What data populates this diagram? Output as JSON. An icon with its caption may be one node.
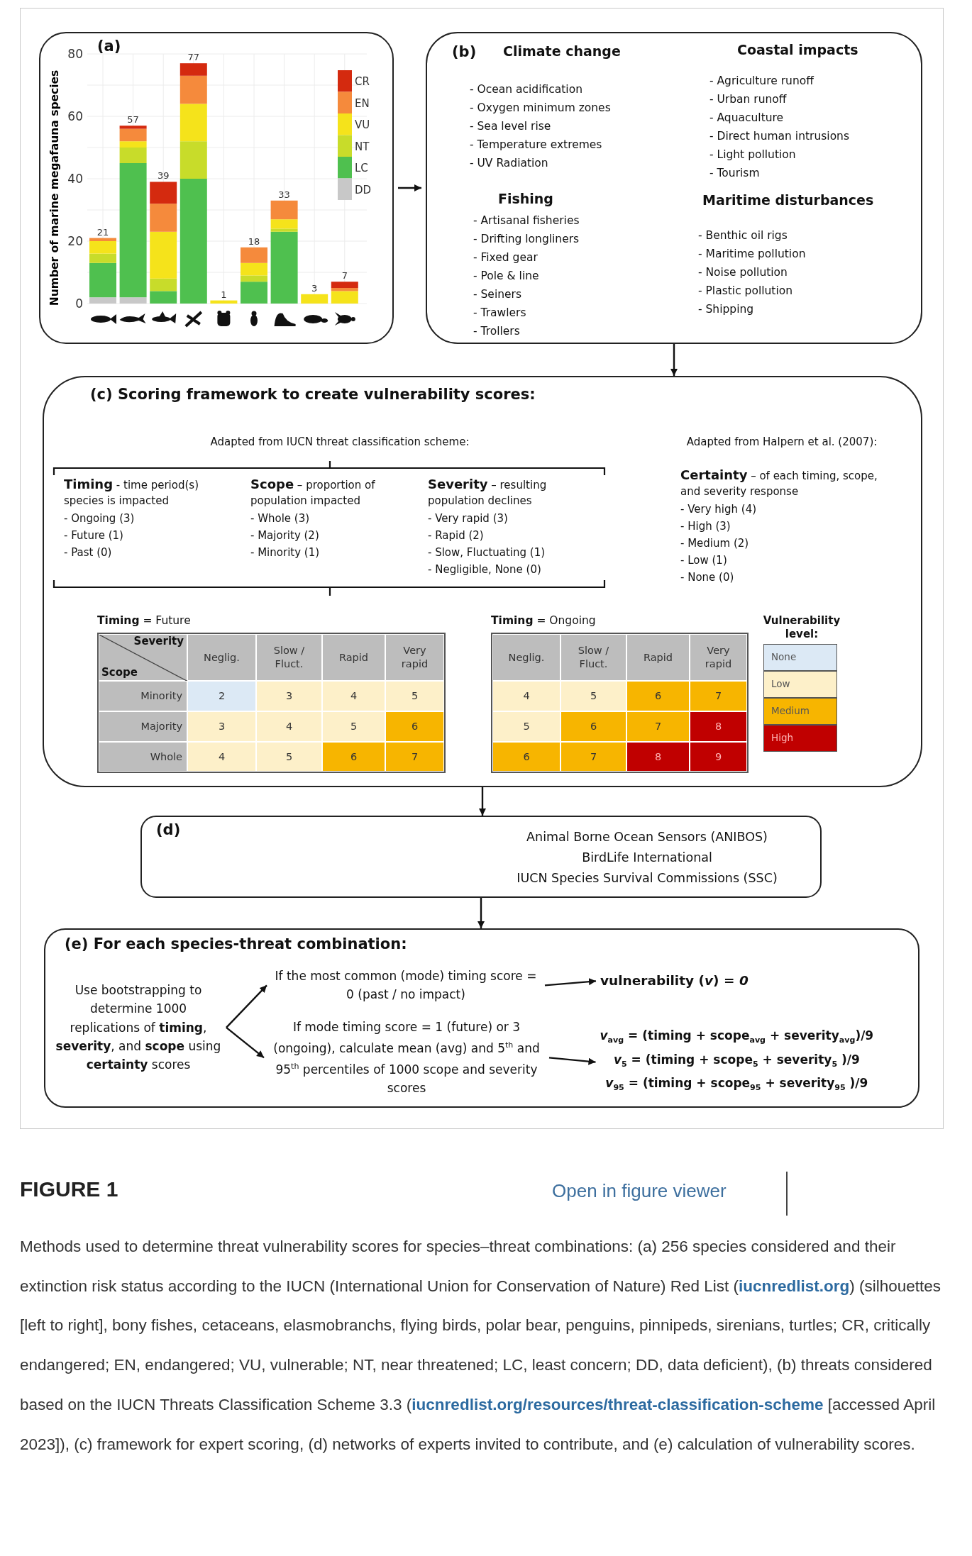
{
  "diagram": {
    "title": "FIGURE 1",
    "caption": "Methods used to determine threat vulnerability scores for species–threat combinations: (a) 256 species considered and their extinction risk status according to the IUCN (International Union for Conservation of Nature) Red List (**iucnredlist.org**) (silhouettes [left to right], bony fishes, cetaceans, elasmobranchs, flying birds, polar bear, penguins, pinnipeds, sirenians, turtles; CR, critically endangered; EN, endangered; VU, vulnerable; NT, near threatened; LC, least concern; DD, data deficient), (b) threats considered based on the IUCN Threats Classification Scheme 3.3 (**iucnredlist.org/resources/threat-classification-scheme** [accessed April 2023]), (c) framework for expert scoring, (d) networks of experts invited to contribute, and (e) calculation of vulnerability scores.",
    "nodes": [
      {
        "text": [
          "(a)"
        ]
      },
      {
        "text": [
          "(b)",
          "Climate change",
          "- Ocean acidification",
          "- Oxygen minimum zones",
          "- Sea level rise",
          "- Temperature extremes",
          "- UV Radiation",
          "Coastal impacts",
          "- Agriculture runoff",
          "- Urban runoff",
          "- Aquaculture",
          "- Direct human intrusions",
          "- Light pollution",
          "- Tourism",
          "Fishing",
          "- Artisanal fisheries",
          "- Drifting longliners",
          "- Fixed gear",
          "- Pole & line",
          "- Seiners",
          "- Trawlers",
          "- Trollers",
          "Maritime disturbances",
          "- Benthic oil rigs",
          "- Maritime pollution",
          "- Noise pollution",
          "- Plastic pollution",
          "- Shipping"
        ]
      },
      {
        "text": [
          "(c) Scoring framework to create vulnerability scores:",
          "Adapted from IUCN threat classification scheme:",
          "**Timing** - time period(s) species is impacted",
          "- Ongoing (3)",
          "- Future (1)",
          "- Past (0)",
          "**Scope** – proportion of population impacted",
          "- Whole (3)",
          "- Majority (2)",
          "- Minority (1)",
          "**Severity** – resulting population declines",
          "- Very rapid (3)",
          "- Rapid (2)",
          "- Slow, Fluctuating (1)",
          "- Negligible, None (0)",
          "Adapted from Halpern et al. (2007):",
          "**Certainty** – of each timing, scope, and severity response",
          "- Very high (4)",
          "- High (3)",
          "- Medium (2)",
          "- Low (1)",
          "- None (0)"
        ]
      },
      {
        "text": [
          "(d)",
          "Animal Borne Ocean Sensors (ANIBOS)",
          "BirdLife International",
          "IUCN Species Survival Commissions (SSC)"
        ]
      },
      {
        "text": [
          "(e) For each species-threat combination:"
        ]
      },
      {
        "text": [
          "Use bootstrapping to determine 1000 replications of **timing**, **severity**, and **scope** using **certainty** scores"
        ],
        "in": 4
      },
      {
        "text": [
          "If the most common (mode) timing score = 0 (past / no impact)"
        ],
        "in": 4
      },
      {
        "text": [
          "vulnerability (*v*) = *0*"
        ],
        "in": 4
      },
      {
        "text": [
          "If mode timing score = 1 (future) or 3 (ongoing), calculate mean (avg) and 5$^{th}$ and 95$^{th}$ percentiles of 1000 scope and severity scores"
        ],
        "in": 4
      },
      {
        "text": [
          "*v*$_{avg}$ = (timing + scope$_{avg}$ + severity$_{avg}$)/9",
          "*v*$_{5}$ = (timing + scope$_{5}$ + severity$_{5}$ )/9",
          "*v*$_{95}$ = (timing + scope$_{95}$ + severity$_{95}$ )/9"
        ],
        "in": 4
      }
    ],
    "edges": [
      {
        "from": 0,
        "to": 1,
        "arrow": "to"
      },
      {
        "from": 1,
        "to": 2,
        "arrow": "to"
      },
      {
        "from": 2,
        "to": 3,
        "arrow": "to"
      },
      {
        "from": 3,
        "to": 4,
        "arrow": "to"
      },
      {
        "from": 5,
        "to": 6,
        "arrow": "to"
      },
      {
        "from": 5,
        "to": 8,
        "arrow": "to"
      },
      {
        "from": 6,
        "to": 7,
        "arrow": "to"
      },
      {
        "from": 8,
        "to": 9,
        "arrow": "to"
      }
    ],
    "labels": [
      "**Timing** = Future",
      "Severity",
      "Scope",
      "Neglig.",
      "Slow / Fluct.",
      "Rapid",
      "Very rapid",
      "Minority",
      "2",
      "3",
      "4",
      "5",
      "Majority",
      "3",
      "4",
      "5",
      "6",
      "Whole",
      "4",
      "5",
      "6",
      "7",
      "**Timing** = Ongoing",
      "Neglig.",
      "Slow / Fluct.",
      "Rapid",
      "Very rapid",
      "4",
      "5",
      "6",
      "7",
      "5",
      "6",
      "7",
      "8",
      "6",
      "7",
      "8",
      "9",
      "Vulnerability level:",
      "Open in figure viewer"
    ],
    "legend": [
      {
        "text": "None",
        "color": "#dce9f5"
      },
      {
        "text": "Low",
        "color": "#fdf0c9"
      },
      {
        "text": "Medium",
        "color": "#f7b500"
      },
      {
        "text": "High",
        "color": "#c00000"
      }
    ],
    "chart_data": {
      "type": "bar",
      "ylabel": "Number of marine megafauna species",
      "ylim": [
        0,
        80
      ],
      "yticks": [
        0,
        20,
        40,
        60,
        80
      ],
      "stacked": true,
      "grid": true,
      "legend": true,
      "series": [
        {
          "name": "DD",
          "color": "#c8c8c8",
          "values": [
            2,
            2,
            0,
            0,
            0,
            0,
            0,
            0,
            0
          ]
        },
        {
          "name": "LC",
          "color": "#4fc04f",
          "values": [
            11,
            43,
            4,
            40,
            0,
            7,
            23,
            0,
            0
          ]
        },
        {
          "name": "NT",
          "color": "#c8dc2a",
          "values": [
            3,
            5,
            4,
            12,
            0,
            2,
            1,
            0,
            0
          ]
        },
        {
          "name": "VU",
          "color": "#f5e31b",
          "values": [
            4,
            2,
            15,
            12,
            1,
            4,
            3,
            3,
            4
          ]
        },
        {
          "name": "EN",
          "color": "#f58a3c",
          "values": [
            1,
            4,
            9,
            9,
            0,
            5,
            6,
            0,
            1
          ]
        },
        {
          "name": "CR",
          "color": "#d42a0f",
          "values": [
            0,
            1,
            7,
            4,
            0,
            0,
            0,
            0,
            2
          ]
        }
      ],
      "annotations": [
        {
          "y": 21,
          "text": "21"
        },
        {
          "y": 57,
          "text": "57"
        },
        {
          "y": 39,
          "text": "39"
        },
        {
          "y": 77,
          "text": "77"
        },
        {
          "y": 1,
          "text": "1"
        },
        {
          "y": 18,
          "text": "18"
        },
        {
          "y": 33,
          "text": "33"
        },
        {
          "y": 3,
          "text": "3"
        },
        {
          "y": 7,
          "text": "7"
        }
      ]
    }
  }
}
